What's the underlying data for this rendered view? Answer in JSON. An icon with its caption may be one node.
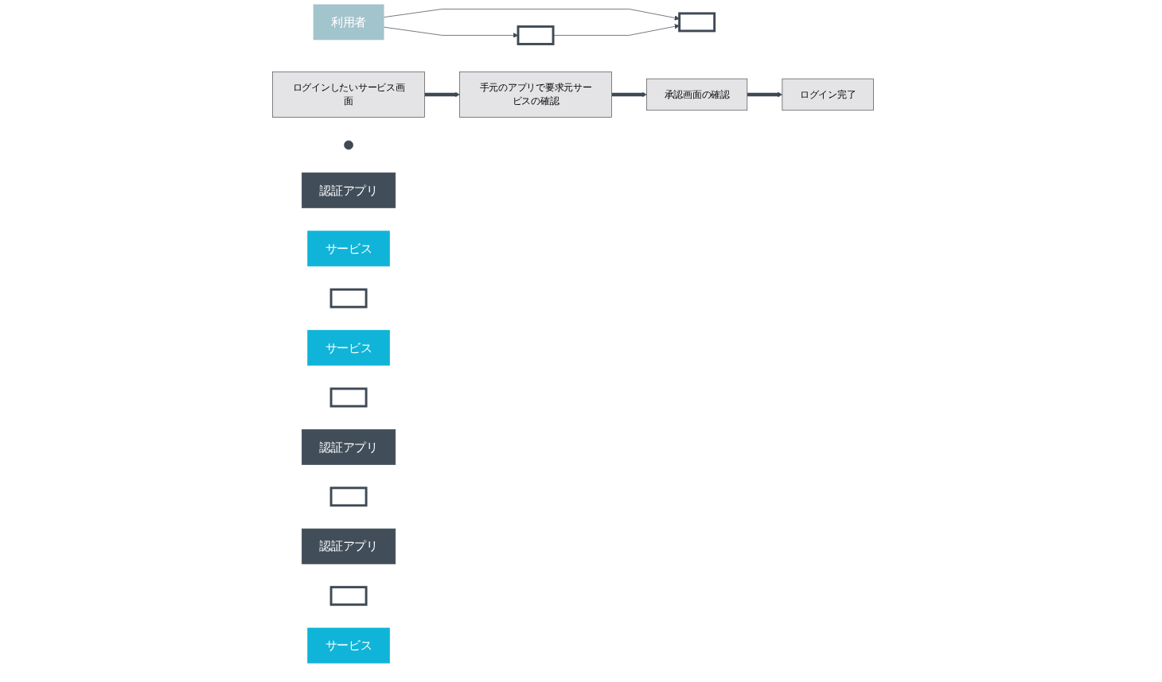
{
  "diagram": {
    "nodes": [
      {
        "text": [],
        "shape": "person"
      },
      {
        "text": [
          "利用者"
        ]
      },
      {
        "text": [],
        "shape": "box"
      },
      {
        "text": [],
        "shape": "box"
      },
      {
        "text": [
          "認証アプリ"
        ]
      },
      {
        "text": [
          "サービス"
        ]
      },
      {
        "text": [],
        "shape": "box"
      },
      {
        "text": [
          "サービス"
        ]
      },
      {
        "text": [
          "ログインしたいサービス画面"
        ]
      },
      {
        "text": [],
        "shape": "box"
      },
      {
        "text": [
          "認証アプリ"
        ]
      },
      {
        "text": [
          "手元のアプリで要求元サービスの確認"
        ]
      },
      {
        "text": [],
        "shape": "box"
      },
      {
        "text": [
          "認証アプリ"
        ]
      },
      {
        "text": [
          "承認画面の確認"
        ]
      },
      {
        "text": [],
        "shape": "box"
      },
      {
        "text": [
          "サービス"
        ]
      },
      {
        "text": [
          "ログイン完了"
        ]
      }
    ],
    "edges": [
      {
        "from": 1,
        "to": 2,
        "arrow": "to"
      },
      {
        "from": 1,
        "to": 3,
        "arrow": "to"
      },
      {
        "from": 2,
        "to": 3,
        "arrow": "to"
      },
      {
        "from": 8,
        "to": 11,
        "arrow": "to",
        "style": "thick"
      },
      {
        "from": 11,
        "to": 14,
        "arrow": "to",
        "style": "thick"
      },
      {
        "from": 14,
        "to": 17,
        "arrow": "to",
        "style": "thick"
      }
    ]
  }
}
